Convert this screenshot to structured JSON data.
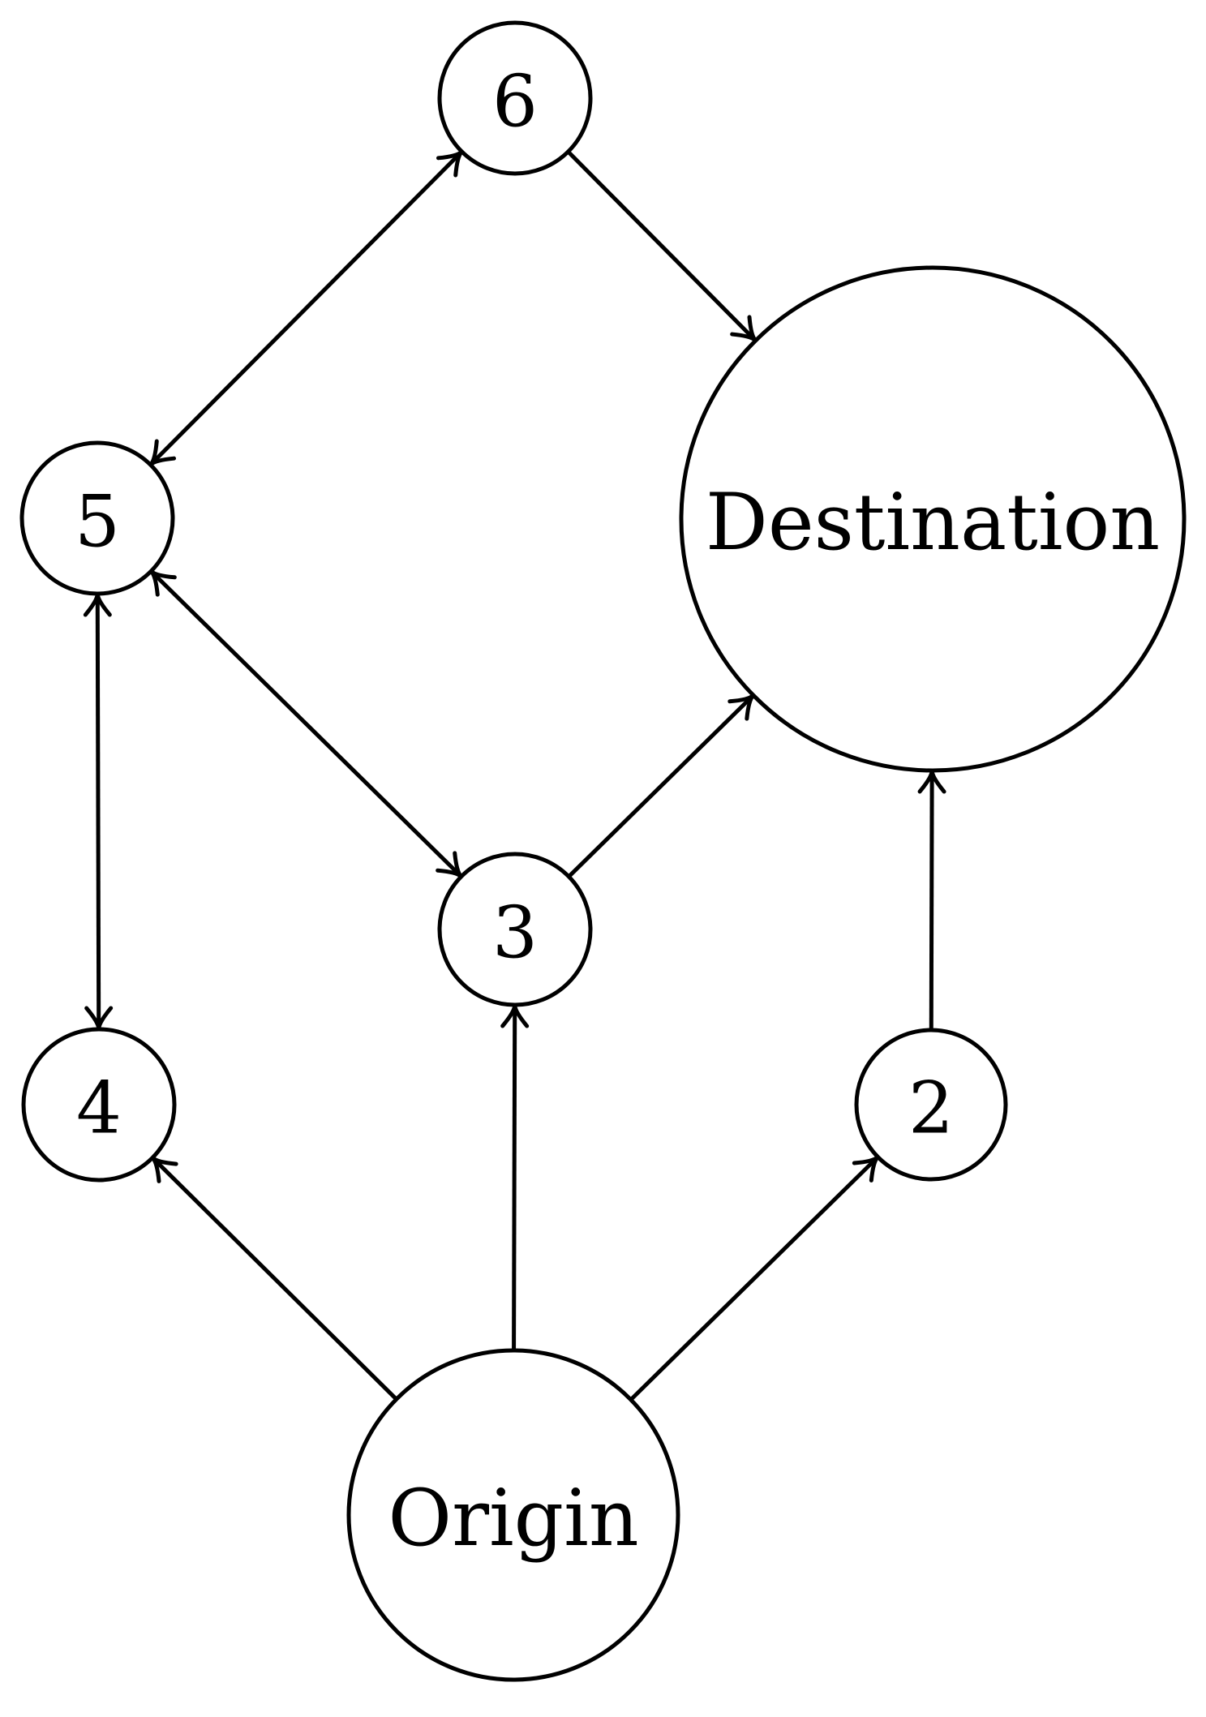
{
  "nodes": [
    {
      "id": "origin",
      "label": "Origin"
    },
    {
      "id": "destination",
      "label": "Destination"
    },
    {
      "id": "n2",
      "label": "2"
    },
    {
      "id": "n3",
      "label": "3"
    },
    {
      "id": "n4",
      "label": "4"
    },
    {
      "id": "n5",
      "label": "5"
    },
    {
      "id": "n6",
      "label": "6"
    }
  ],
  "edges": [
    {
      "from": "origin",
      "to": "n4",
      "direction": "forward"
    },
    {
      "from": "origin",
      "to": "n3",
      "direction": "forward"
    },
    {
      "from": "origin",
      "to": "n2",
      "direction": "forward"
    },
    {
      "from": "n2",
      "to": "destination",
      "direction": "forward"
    },
    {
      "from": "n3",
      "to": "destination",
      "direction": "forward"
    },
    {
      "from": "n6",
      "to": "destination",
      "direction": "forward"
    },
    {
      "from": "n4",
      "to": "n5",
      "direction": "both"
    },
    {
      "from": "n5",
      "to": "n3",
      "direction": "both"
    },
    {
      "from": "n5",
      "to": "n6",
      "direction": "both"
    }
  ],
  "colors": {
    "stroke": "#000000",
    "background": "#ffffff"
  }
}
